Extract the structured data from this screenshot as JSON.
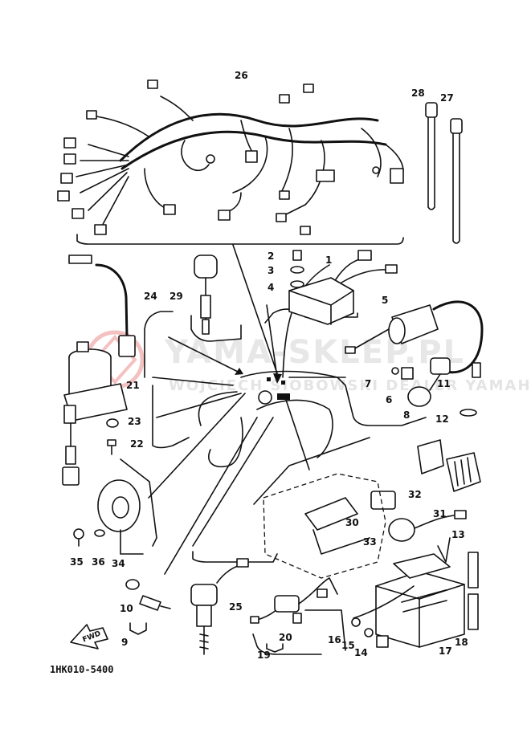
{
  "watermark": {
    "main": "YAMA-SKLEP.PL",
    "sub": "WOJCIECH SIOBOWSKI DEALER YAMAHA"
  },
  "diagram_code": "1HK010-5400",
  "fwd_label": "FWD",
  "callouts": [
    {
      "id": "c26",
      "text": "26"
    },
    {
      "id": "c28",
      "text": "28"
    },
    {
      "id": "c27",
      "text": "27"
    },
    {
      "id": "c2",
      "text": "2"
    },
    {
      "id": "c3",
      "text": "3"
    },
    {
      "id": "c4",
      "text": "4"
    },
    {
      "id": "c1",
      "text": "1"
    },
    {
      "id": "c24",
      "text": "24"
    },
    {
      "id": "c29",
      "text": "29"
    },
    {
      "id": "c5",
      "text": "5"
    },
    {
      "id": "c21",
      "text": "21"
    },
    {
      "id": "c7",
      "text": "7"
    },
    {
      "id": "c6",
      "text": "6"
    },
    {
      "id": "c11",
      "text": "11"
    },
    {
      "id": "c8",
      "text": "8"
    },
    {
      "id": "c12",
      "text": "12"
    },
    {
      "id": "c23",
      "text": "23"
    },
    {
      "id": "c22",
      "text": "22"
    },
    {
      "id": "c32",
      "text": "32"
    },
    {
      "id": "c31",
      "text": "31"
    },
    {
      "id": "c30",
      "text": "30"
    },
    {
      "id": "c33",
      "text": "33"
    },
    {
      "id": "c13",
      "text": "13"
    },
    {
      "id": "c35",
      "text": "35"
    },
    {
      "id": "c36",
      "text": "36"
    },
    {
      "id": "c34",
      "text": "34"
    },
    {
      "id": "c25",
      "text": "25"
    },
    {
      "id": "c10",
      "text": "10"
    },
    {
      "id": "c9",
      "text": "9"
    },
    {
      "id": "c20",
      "text": "20"
    },
    {
      "id": "c19",
      "text": "19"
    },
    {
      "id": "c16",
      "text": "16"
    },
    {
      "id": "c15",
      "text": "15"
    },
    {
      "id": "c14",
      "text": "14"
    },
    {
      "id": "c17",
      "text": "17"
    },
    {
      "id": "c18",
      "text": "18"
    }
  ]
}
